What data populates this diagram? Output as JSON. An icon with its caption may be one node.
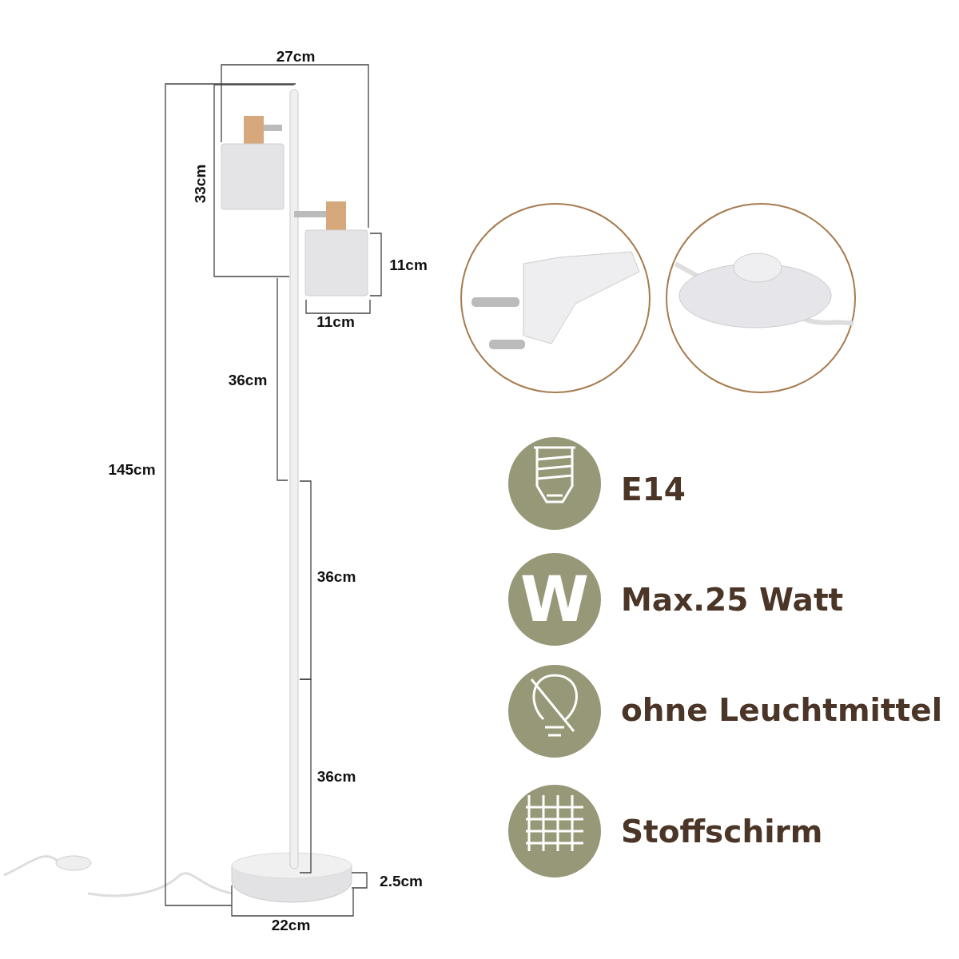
{
  "diagram": {
    "labels": [
      "27cm",
      "33cm",
      "11cm",
      "11cm",
      "36cm",
      "145cm",
      "E14",
      "W",
      "Max.25 Watt",
      "36cm",
      "ohne Leuchtmittel",
      "36cm",
      "Stoffschirm",
      "2.5cm",
      "22cm"
    ]
  }
}
